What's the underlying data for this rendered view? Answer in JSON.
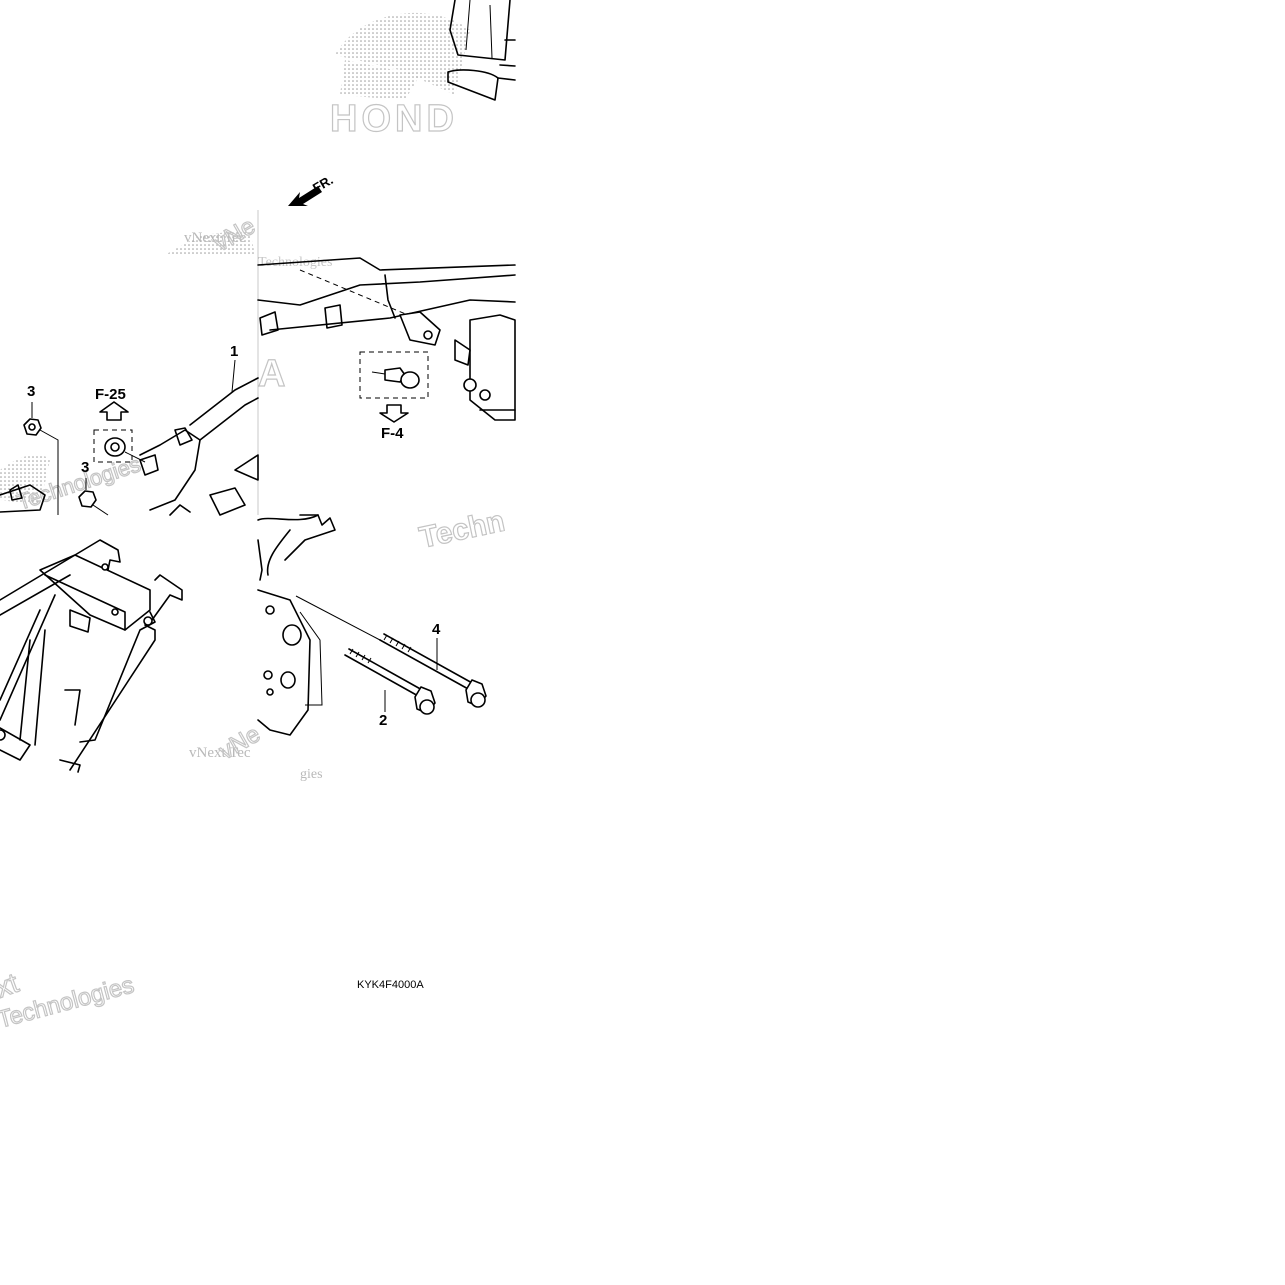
{
  "direction_label": "FR.",
  "refs": {
    "ref_f25": "F-25",
    "ref_f4": "F-4"
  },
  "callouts": {
    "c1": "1",
    "c2": "2",
    "c3a": "3",
    "c3b": "3",
    "c4": "4"
  },
  "drawing_code": "KYK4F4000A",
  "watermark": {
    "brand": "HONDA",
    "brand_partial_top": "HOND",
    "brand_partial_mid": "A",
    "vnext_1": "vNext Tec",
    "vnext_2": "vNext Tec",
    "vnext_3": "Technologies",
    "tech_1": "Techn",
    "tech_2": "Technologies",
    "tech_3": "xt",
    "tech_4": "Technologies",
    "tech_5": "gies",
    "vn_1": "vNe",
    "vn_2": "vNe"
  }
}
